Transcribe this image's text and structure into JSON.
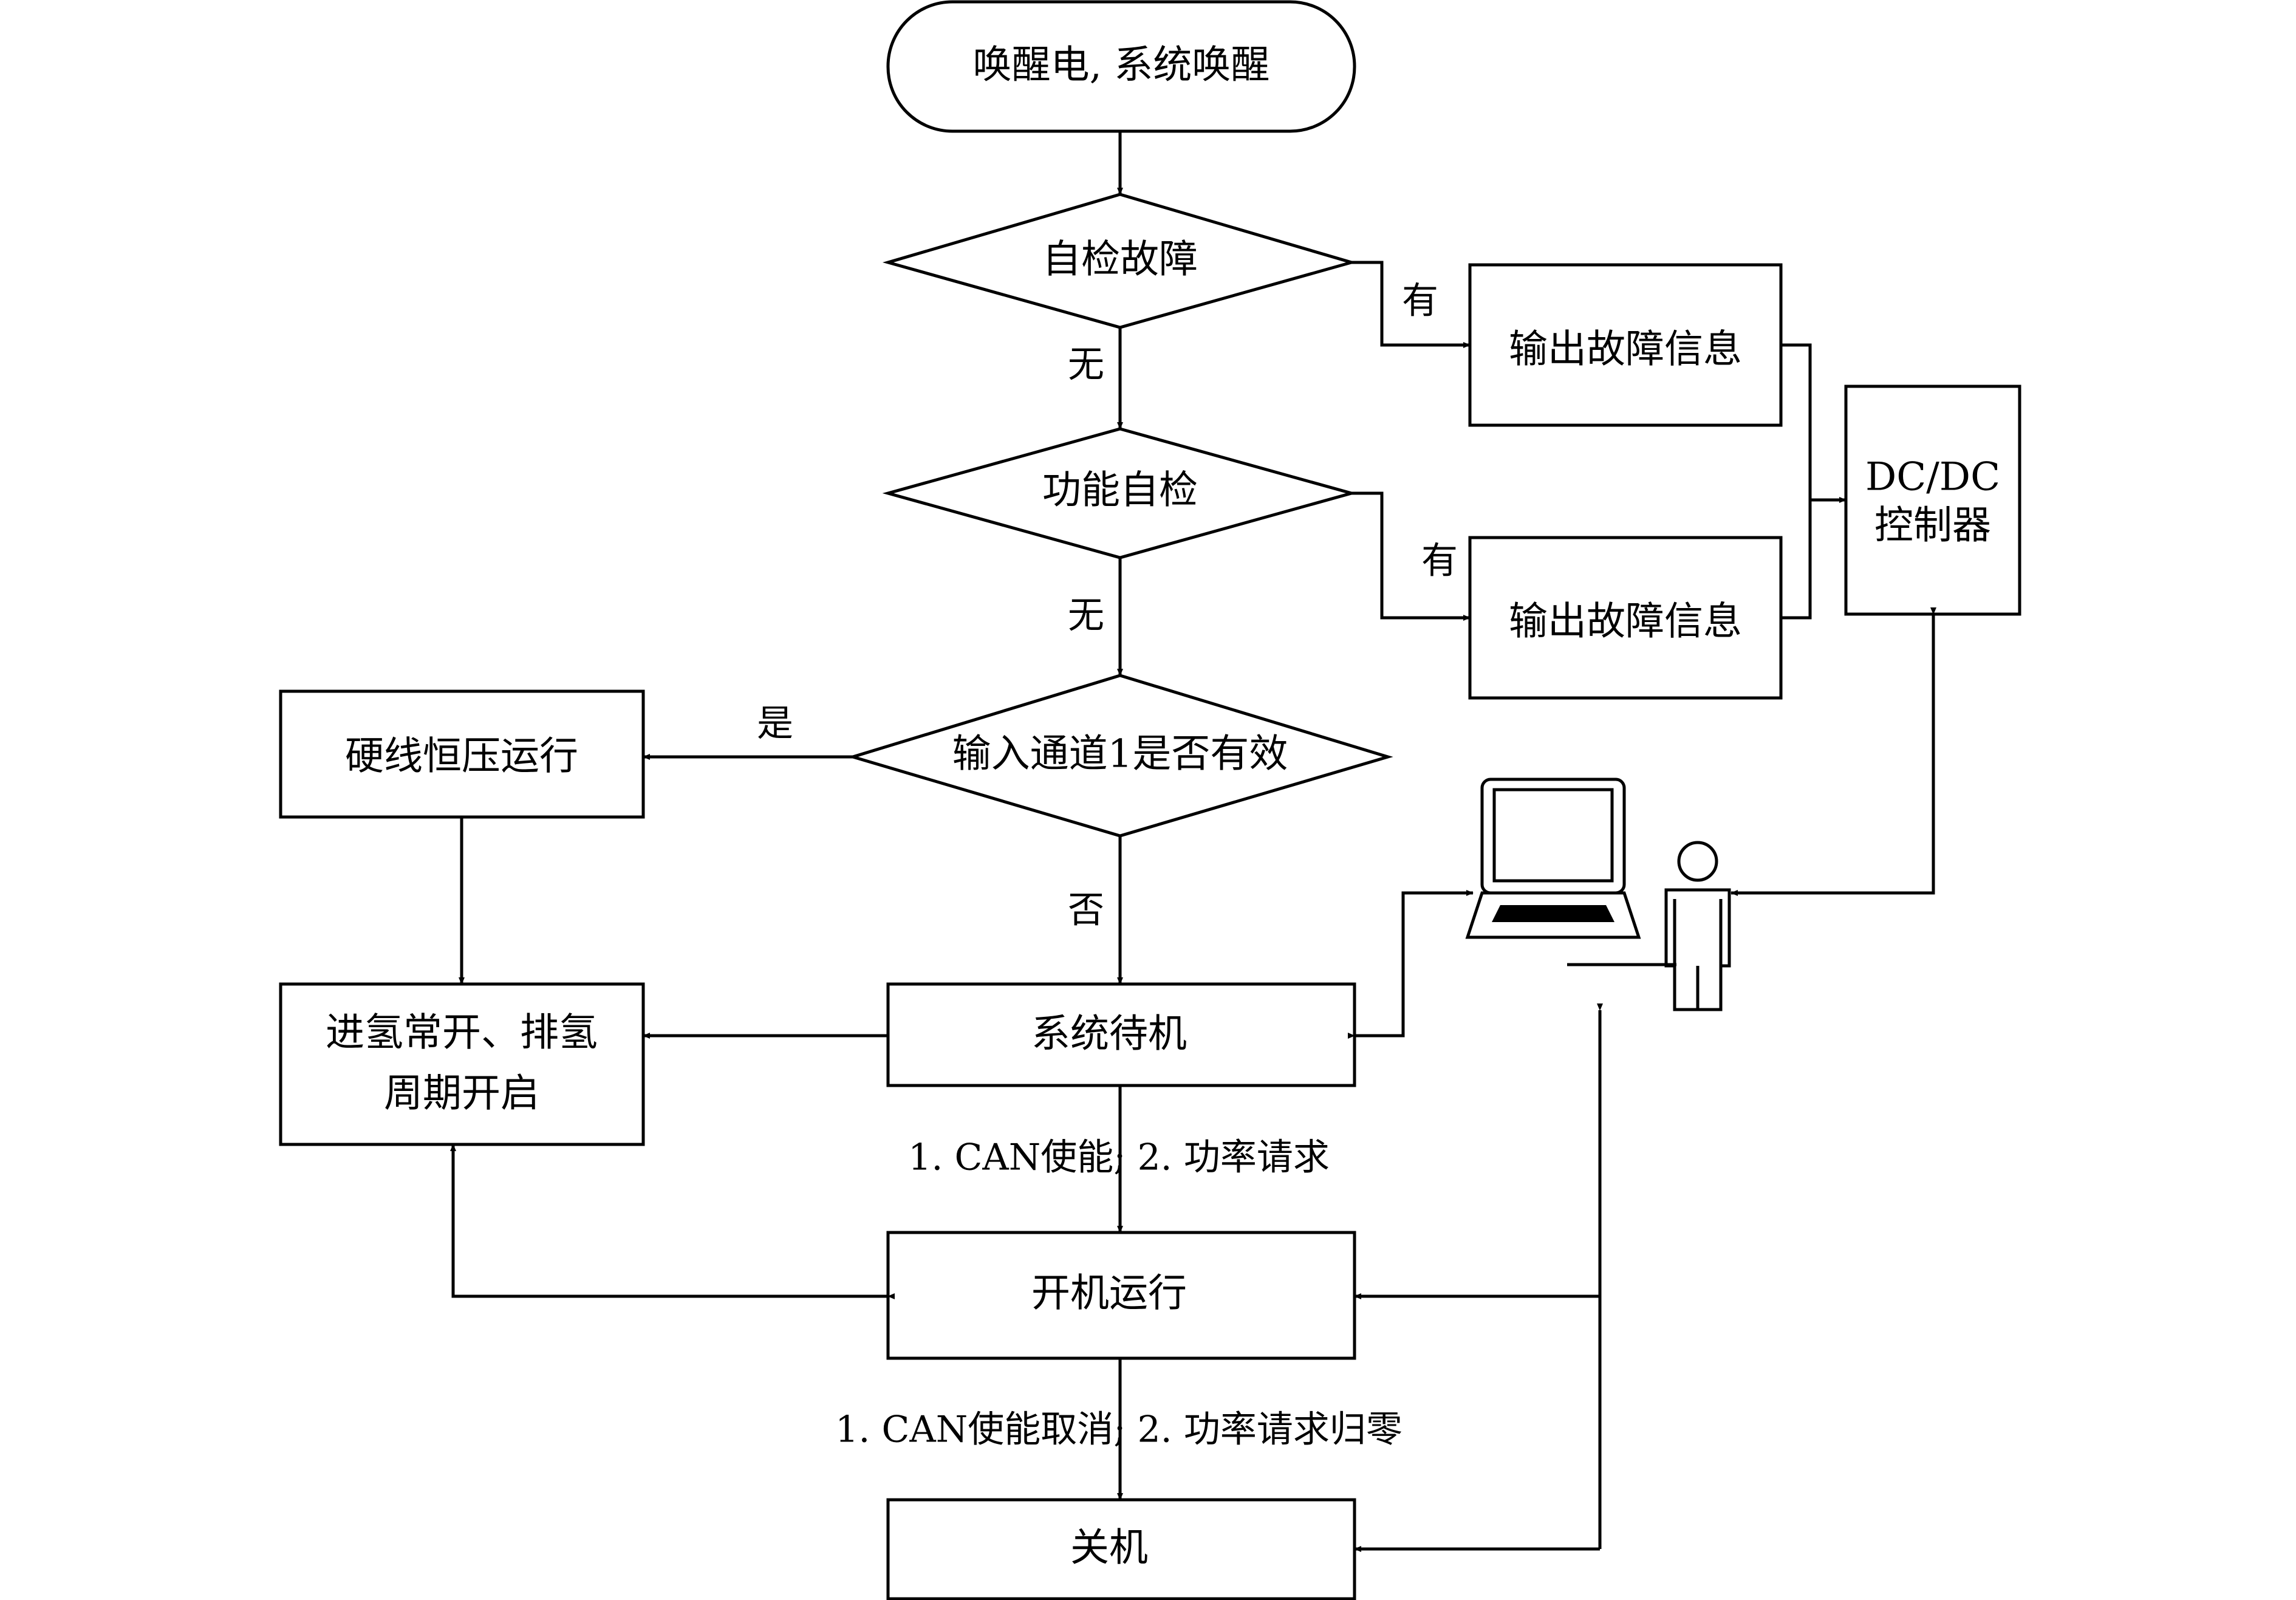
{
  "nodes": {
    "start": "唤醒电, 系统唤醒",
    "self_check_fault": "自检故障",
    "function_check": "功能自检",
    "input_channel": "输入通道1是否有效",
    "output_fault_1": "输出故障信息",
    "output_fault_2": "输出故障信息",
    "dcdc_line1": "DC/DC",
    "dcdc_line2": "控制器",
    "hardwire": "硬线恒压运行",
    "hydrogen_line1": "进氢常开、排氢",
    "hydrogen_line2": "周期开启",
    "standby": "系统待机",
    "running": "开机运行",
    "shutdown": "关机"
  },
  "edge_labels": {
    "has_1": "有",
    "none_1": "无",
    "has_2": "有",
    "none_2": "无",
    "yes": "是",
    "no": "否",
    "standby_to_run": "1. CAN使能; 2. 功率请求",
    "run_to_shutdown": "1. CAN使能取消; 2. 功率请求归零"
  },
  "icons": [
    "computer-icon",
    "person-icon"
  ],
  "colors": {
    "stroke": "#000000",
    "background": "#ffffff"
  }
}
